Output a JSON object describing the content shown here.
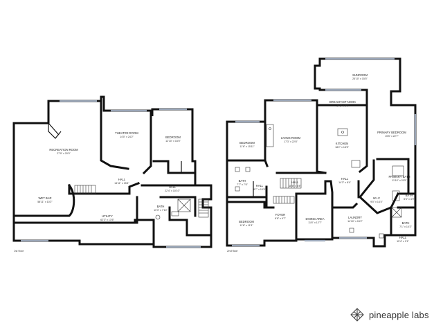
{
  "floors": [
    {
      "label": "1st floor",
      "rooms": [
        {
          "name": "RECREATION ROOM",
          "dims": "27'9\" x 20'0\""
        },
        {
          "name": "THEATRE ROOM",
          "dims": "14'0\" x 24'2\""
        },
        {
          "name": "BEDROOM",
          "dims": "12'10\" x 15'5\""
        },
        {
          "name": "HALL",
          "dims": "14'11\" x 15'4\""
        },
        {
          "name": "HALL",
          "dims": "22'4\" x 10'10\""
        },
        {
          "name": "WET BAR",
          "dims": "58'11\" x 10'2\""
        },
        {
          "name": "UTILITY",
          "dims": "62'3\" x 13'6\""
        },
        {
          "name": "BATH",
          "dims": "10'3\" x 7'10\""
        }
      ]
    },
    {
      "label": "2nd floor",
      "rooms": [
        {
          "name": "SUNROOM",
          "dims": "25'10\" x 15'5\""
        },
        {
          "name": "BREAKFAST NOOK",
          "dims": "14'3\" x 8'0\""
        },
        {
          "name": "PRIMARY BEDROOM",
          "dims": "15'5\" x 22'7\""
        },
        {
          "name": "BEDROOM",
          "dims": "11'6\" x 15'11\""
        },
        {
          "name": "LIVING ROOM",
          "dims": "17'3\" x 22'8\""
        },
        {
          "name": "KITCHEN",
          "dims": "18'2\" x 18'5\""
        },
        {
          "name": "PRIMARY BATH",
          "dims": "11'10\" x 20'5\""
        },
        {
          "name": "BATH",
          "dims": "7'7\" x 7'6\""
        },
        {
          "name": "HALL",
          "dims": "8'7\" x 10'5\""
        },
        {
          "name": "HALL",
          "dims": "18'8\" x 8'8\""
        },
        {
          "name": "HALL",
          "dims": "14'3\" x 8'4\""
        },
        {
          "name": "W.I.C",
          "dims": "9'0\" x 14'4\""
        },
        {
          "name": "BATH",
          "dims": "5'5\" x 4'9\""
        },
        {
          "name": "BEDROOM",
          "dims": "11'6\" x 11'3\""
        },
        {
          "name": "FOYER",
          "dims": "8'8\" x 9'7\""
        },
        {
          "name": "DINING AREA",
          "dims": "11'8\" x 12'7\""
        },
        {
          "name": "LAUNDRY",
          "dims": "14'10\" x 15'2\""
        },
        {
          "name": "BATH",
          "dims": "7'1\" x 10'2\""
        },
        {
          "name": "HALL",
          "dims": "15'4\" x 9'1\""
        }
      ]
    }
  ],
  "brand": {
    "name": "pineapple labs",
    "icon": "pineapple-labs-logo-icon"
  }
}
